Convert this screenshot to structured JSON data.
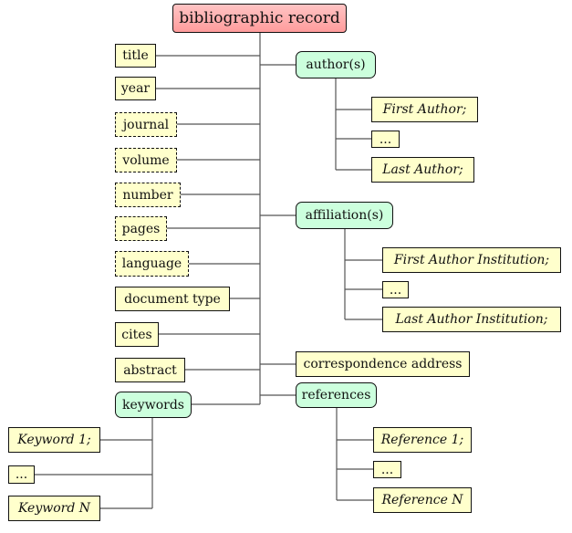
{
  "root": {
    "label": "bibliographic record"
  },
  "fields": {
    "title": "title",
    "year": "year",
    "journal": "journal",
    "volume": "volume",
    "number": "number",
    "pages": "pages",
    "language": "language",
    "document_type": "document type",
    "cites": "cites",
    "abstract": "abstract",
    "correspondence_address": "correspondence address"
  },
  "authors": {
    "label": "author(s)",
    "items": [
      "First Author;",
      "...",
      "Last Author;"
    ]
  },
  "affiliations": {
    "label": "affiliation(s)",
    "items": [
      "First Author Institution;",
      "...",
      "Last Author Institution;"
    ]
  },
  "references": {
    "label": "references",
    "items": [
      "Reference 1;",
      "...",
      "Reference N"
    ]
  },
  "keywords": {
    "label": "keywords",
    "items": [
      "Keyword 1;",
      "...",
      "Keyword N"
    ]
  },
  "colors": {
    "root_fill": "#ff9c9c",
    "field_fill": "#ffffcc",
    "group_fill": "#ccffdd",
    "line": "#555555"
  }
}
